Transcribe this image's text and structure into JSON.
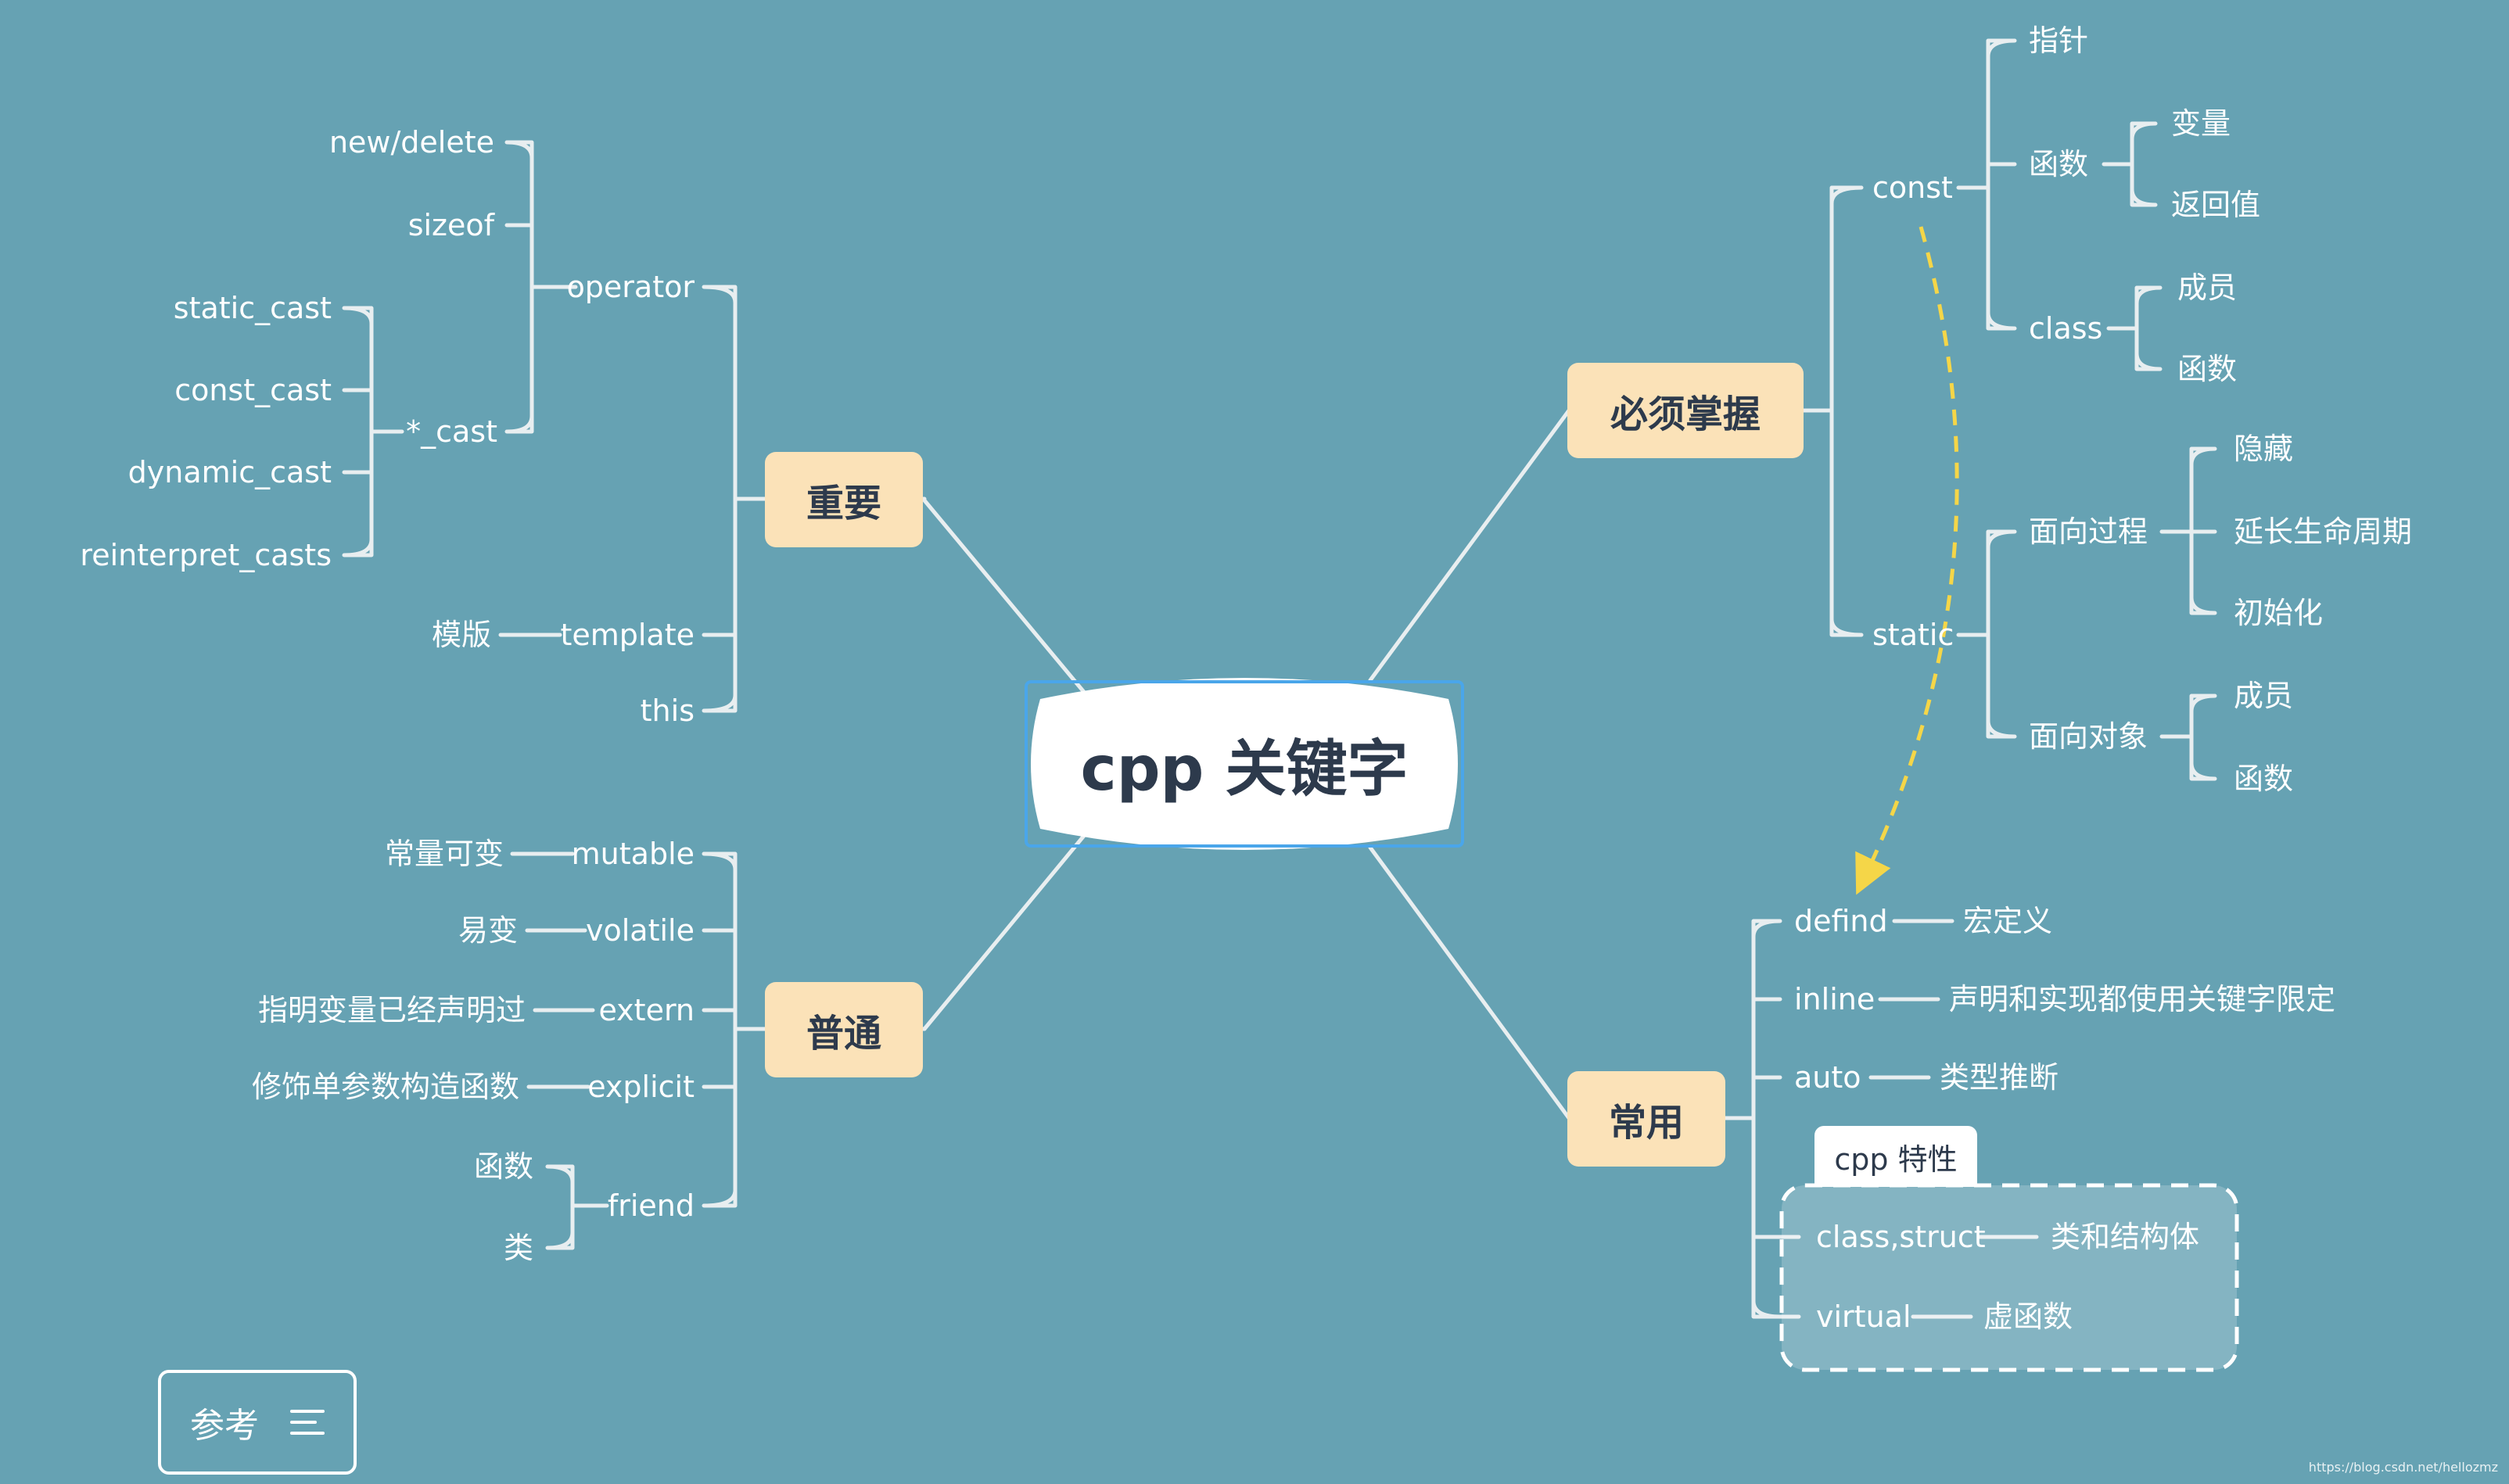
{
  "root": {
    "title": "cpp 关键字"
  },
  "branches": {
    "important": {
      "label": "重要",
      "operator": "operator",
      "new_delete": "new/delete",
      "sizeof": "sizeof",
      "cast": "*_cast",
      "static_cast": "static_cast",
      "const_cast": "const_cast",
      "dynamic_cast": "dynamic_cast",
      "reinterpret_casts": "reinterpret_casts",
      "template": "template",
      "template_note": "模版",
      "this": "this"
    },
    "normal": {
      "label": "普通",
      "mutable": "mutable",
      "mutable_note": "常量可变",
      "volatile": "volatile",
      "volatile_note": "易变",
      "extern": "extern",
      "extern_note": "指明变量已经声明过",
      "explicit": "explicit",
      "explicit_note": "修饰单参数构造函数",
      "friend": "friend",
      "friend_func": "函数",
      "friend_class": "类"
    },
    "must": {
      "label": "必须掌握",
      "const": "const",
      "const_pointer": "指针",
      "const_function": "函数",
      "const_var": "变量",
      "const_return": "返回值",
      "const_class": "class",
      "const_class_member": "成员",
      "const_class_func": "函数",
      "static": "static",
      "static_proc": "面向过程",
      "static_hide": "隐藏",
      "static_life": "延长生命周期",
      "static_init": "初始化",
      "static_oop": "面向对象",
      "static_member": "成员",
      "static_func": "函数"
    },
    "common": {
      "label": "常用",
      "defind": "defind",
      "defind_note": "宏定义",
      "inline": "inline",
      "inline_note": "声明和实现都使用关键字限定",
      "auto": "auto",
      "auto_note": "类型推断",
      "group_tag": "cpp 特性",
      "class_struct": "class,struct",
      "class_struct_note": "类和结构体",
      "virtual": "virtual",
      "virtual_note": "虚函数"
    }
  },
  "reference_button": {
    "label": "参考",
    "icon": "outline-list-icon"
  },
  "watermark": "https://blog.csdn.net/hellozmz",
  "colors": {
    "background": "#66a2b3",
    "main_topic_fill": "#fbe2b8",
    "main_topic_text": "#2d3a4c",
    "line": "#e8eef0",
    "relation_arrow": "#f5d648",
    "selection": "#4aa6ea"
  }
}
